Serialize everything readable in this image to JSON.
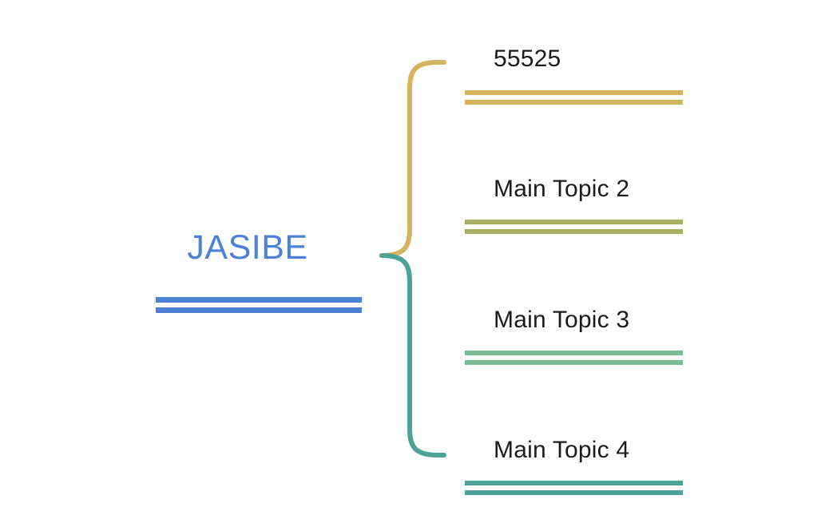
{
  "diagram": {
    "type": "mind-map",
    "title": "JASIBE",
    "background_color": "#ffffff",
    "root": {
      "label": "JASIBE",
      "text_color": "#4a82d8",
      "underline_color": "#4a82d8"
    },
    "branches": [
      {
        "name": "upper-branch",
        "color": "#d4b45c",
        "targets": [
          "topic-1",
          "topic-2"
        ]
      },
      {
        "name": "lower-branch",
        "color": "#4ba398",
        "targets": [
          "topic-3",
          "topic-4"
        ]
      }
    ],
    "topics": [
      {
        "id": "topic-1",
        "label": "55525",
        "text_color": "#1b1b1b",
        "underline_color": "#d4b45c"
      },
      {
        "id": "topic-2",
        "label": "Main Topic 2",
        "text_color": "#1b1b1b",
        "underline_color": "#a8ae63"
      },
      {
        "id": "topic-3",
        "label": "Main Topic 3",
        "text_color": "#1b1b1b",
        "underline_color": "#7cbc92"
      },
      {
        "id": "topic-4",
        "label": "Main Topic 4",
        "text_color": "#1b1b1b",
        "underline_color": "#4ba398"
      }
    ]
  }
}
